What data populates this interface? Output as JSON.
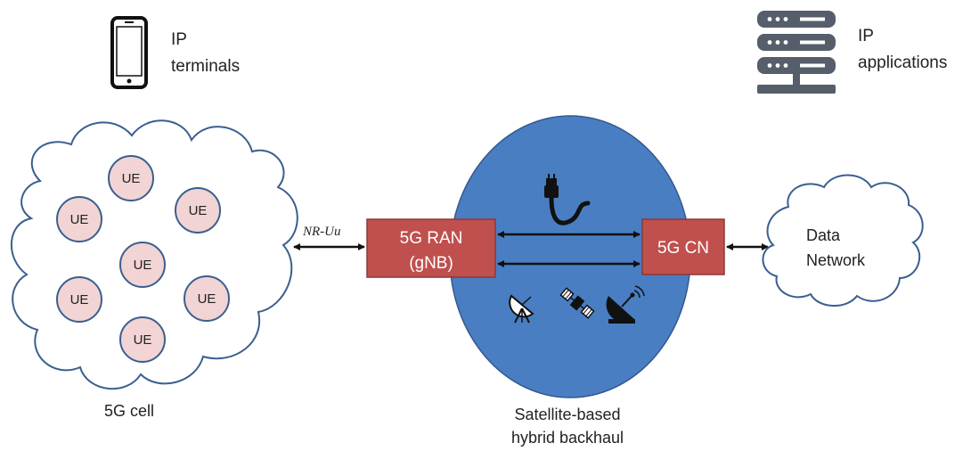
{
  "terminals": {
    "line1": "IP",
    "line2": "terminals"
  },
  "applications": {
    "line1": "IP",
    "line2": "applications"
  },
  "cell": {
    "label": "5G cell",
    "ues": [
      "UE",
      "UE",
      "UE",
      "UE",
      "UE",
      "UE",
      "UE"
    ]
  },
  "interface": {
    "label": "NR-Uu"
  },
  "ran": {
    "line1": "5G RAN",
    "line2": "(gNB)"
  },
  "cn": {
    "label": "5G CN"
  },
  "backhaul": {
    "line1": "Satellite-based",
    "line2": "hybrid backhaul"
  },
  "data_network": {
    "line1": "Data",
    "line2": "Network"
  },
  "colors": {
    "ellipse_fill": "#4a7ec3",
    "ellipse_stroke": "#33588f",
    "box_fill": "#c0504d",
    "box_stroke": "#8c3836",
    "ue_fill": "#f2d4d4",
    "cloud_stroke": "#3a5f8f",
    "icon_dark": "#555e6a"
  },
  "icons": [
    "smartphone-icon",
    "server-rack-icon",
    "cable-connector-icon",
    "satellite-dish-icon",
    "satellite-icon",
    "antenna-dish-icon"
  ]
}
